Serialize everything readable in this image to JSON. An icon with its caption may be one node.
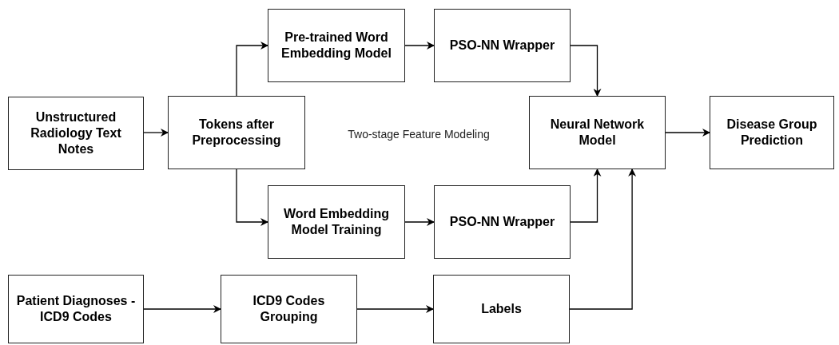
{
  "diagram": {
    "nodes": [
      {
        "text": [
          "Unstructured Radiology Text Notes"
        ]
      },
      {
        "text": [
          "Tokens after Preprocessing"
        ]
      },
      {
        "text": [
          "Pre-trained Word Embedding Model"
        ]
      },
      {
        "text": [
          "PSO-NN Wrapper"
        ]
      },
      {
        "text": [
          "Neural Network Model"
        ]
      },
      {
        "text": [
          "Disease Group Prediction"
        ]
      },
      {
        "text": [
          "Word Embedding Model Training"
        ]
      },
      {
        "text": [
          "PSO-NN Wrapper"
        ]
      },
      {
        "text": [
          "Patient Diagnoses - ICD9 Codes"
        ]
      },
      {
        "text": [
          "ICD9 Codes Grouping"
        ]
      },
      {
        "text": [
          "Labels"
        ]
      }
    ],
    "edges": [
      {
        "from": 0,
        "to": 1,
        "arrow": "to"
      },
      {
        "from": 1,
        "to": 2,
        "arrow": "to"
      },
      {
        "from": 1,
        "to": 6,
        "arrow": "to"
      },
      {
        "from": 2,
        "to": 3,
        "arrow": "to"
      },
      {
        "from": 3,
        "to": 4,
        "arrow": "to"
      },
      {
        "from": 6,
        "to": 7,
        "arrow": "to"
      },
      {
        "from": 7,
        "to": 4,
        "arrow": "to"
      },
      {
        "from": 8,
        "to": 9,
        "arrow": "to"
      },
      {
        "from": 9,
        "to": 10,
        "arrow": "to"
      },
      {
        "from": 10,
        "to": 4,
        "arrow": "to"
      },
      {
        "from": 4,
        "to": 5,
        "arrow": "to"
      }
    ],
    "labels": [
      "Two-stage Feature Modeling"
    ]
  }
}
